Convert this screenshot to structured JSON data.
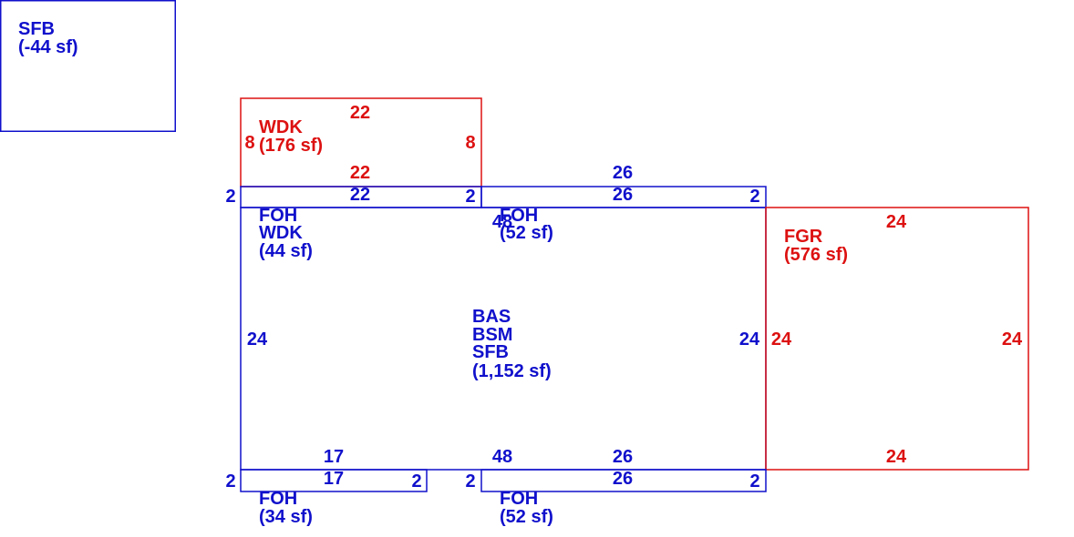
{
  "colors": {
    "blue": "#1010cc",
    "red": "#dd1111"
  },
  "areas": {
    "sfb_top": {
      "code": "SFB",
      "area": "(-44 sf)"
    },
    "wdk": {
      "code": "WDK",
      "area": "(176 sf)"
    },
    "foh_wdk": {
      "line1": "FOH",
      "line2": "WDK",
      "area": "(44 sf)"
    },
    "foh_top_right": {
      "code": "FOH",
      "area": "(52 sf)"
    },
    "main": {
      "line1": "BAS",
      "line2": "BSM",
      "line3": "SFB",
      "area": "(1,152 sf)"
    },
    "fgr": {
      "code": "FGR",
      "area": "(576 sf)"
    },
    "foh_bottom_left": {
      "code": "FOH",
      "area": "(34 sf)"
    },
    "foh_bottom_right": {
      "code": "FOH",
      "area": "(52 sf)"
    }
  },
  "dims": {
    "wdk_top": "22",
    "wdk_left": "8",
    "wdk_right": "8",
    "wdk_bottom": "22",
    "upper_strip_left_height": "2",
    "upper_left_strip_top": "22",
    "upper_mid_height": "2",
    "upper_right_top_outer": "26",
    "upper_right_top_inner": "26",
    "upper_right_height": "2",
    "main_top_mid": "48",
    "main_left": "24",
    "main_right": "24",
    "fgr_top": "24",
    "fgr_left": "24",
    "fgr_right": "24",
    "fgr_bottom": "24",
    "main_bottom_left": "17",
    "main_bottom_mid": "48",
    "main_bottom_right": "26",
    "lower_left_height": "2",
    "lower_left_bottom": "17",
    "lower_left_right": "2",
    "lower_mid_height": "2",
    "lower_right_bottom": "26",
    "lower_right_height": "2"
  }
}
